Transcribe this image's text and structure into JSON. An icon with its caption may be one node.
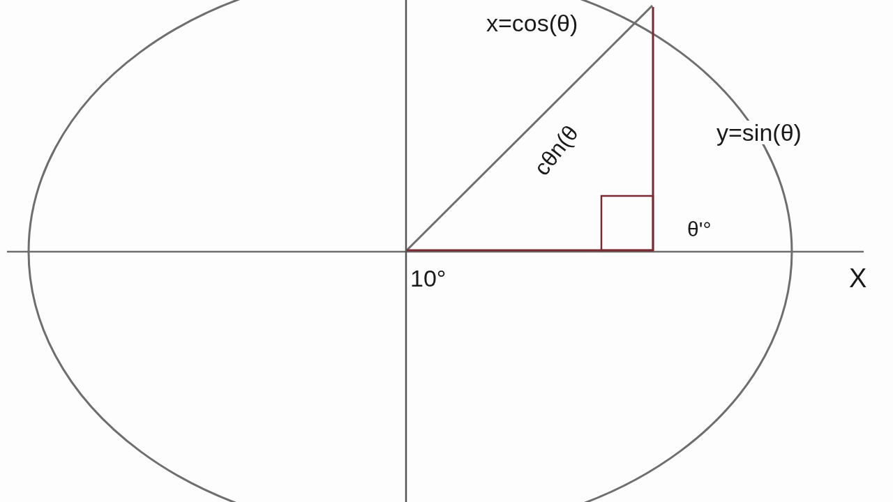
{
  "diagram": {
    "labels": [
      "x=cos(θ)",
      "y=sin(θ)",
      "cθn(θ",
      "θ'°",
      "10°",
      "X"
    ]
  }
}
